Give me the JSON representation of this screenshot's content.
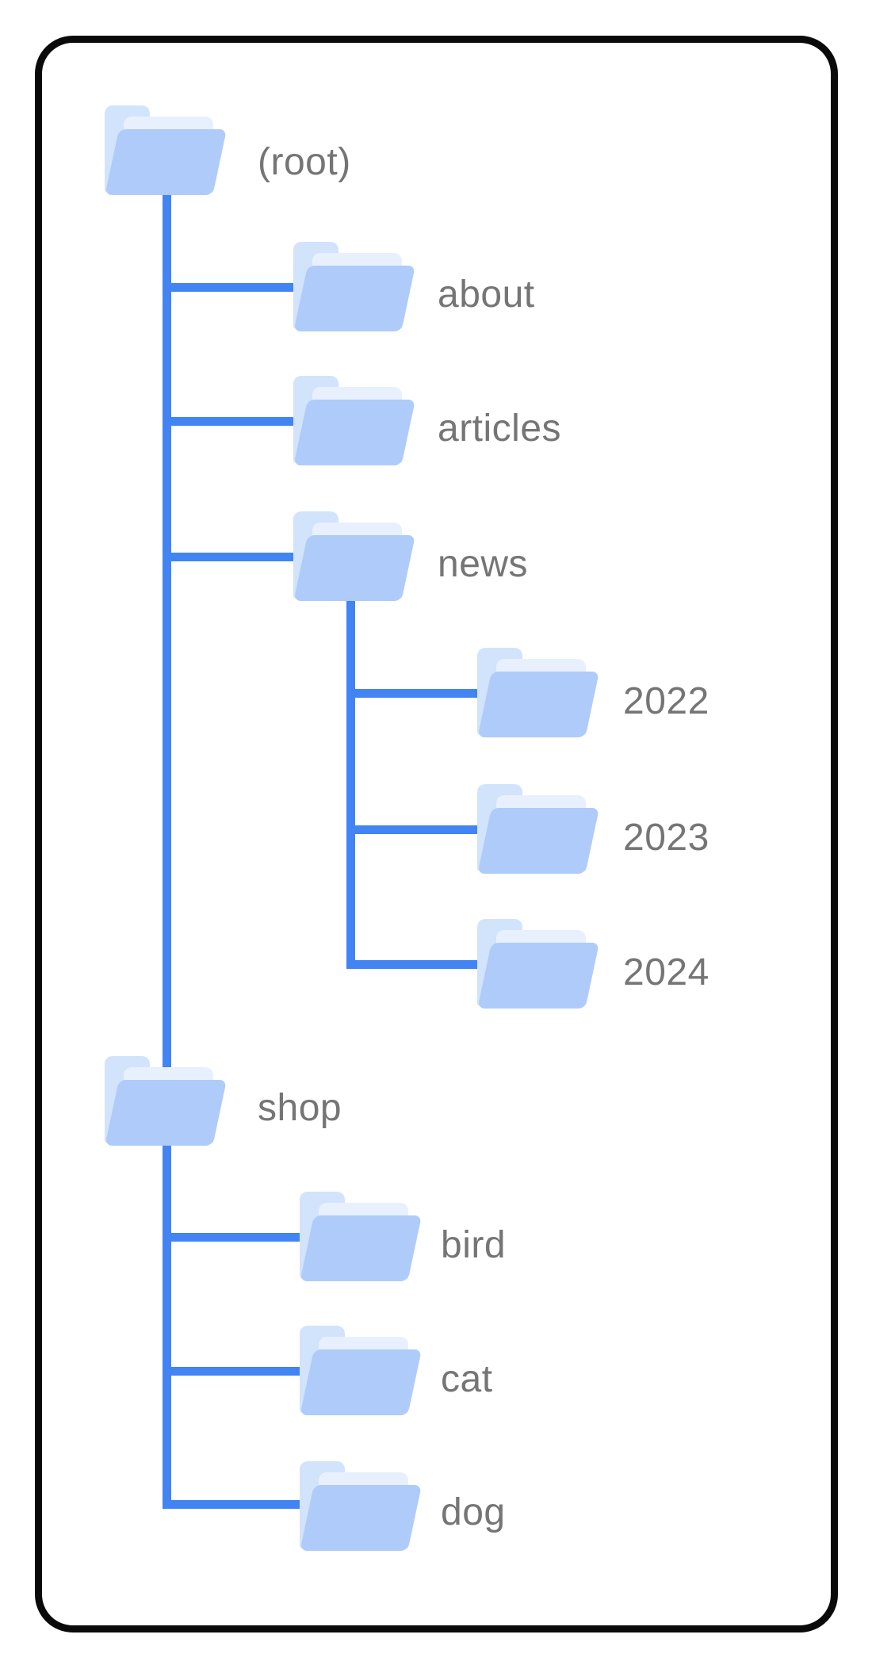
{
  "diagram": {
    "type": "folder-tree",
    "nodes": [
      {
        "label": "(root)",
        "parent": null,
        "depth": 0
      },
      {
        "label": "about",
        "parent": "(root)",
        "depth": 1
      },
      {
        "label": "articles",
        "parent": "(root)",
        "depth": 1
      },
      {
        "label": "news",
        "parent": "(root)",
        "depth": 1
      },
      {
        "label": "2022",
        "parent": "news",
        "depth": 2
      },
      {
        "label": "2023",
        "parent": "news",
        "depth": 2
      },
      {
        "label": "2024",
        "parent": "news",
        "depth": 2
      },
      {
        "label": "shop",
        "parent": "(root)",
        "depth": 1
      },
      {
        "label": "bird",
        "parent": "shop",
        "depth": 2
      },
      {
        "label": "cat",
        "parent": "shop",
        "depth": 2
      },
      {
        "label": "dog",
        "parent": "shop",
        "depth": 2
      }
    ],
    "colors": {
      "connector_blue": "#4284f4",
      "folder_flap": "#aecbfa",
      "folder_back_tab": "#d2e3fc",
      "folder_sheet": "#e8f0fe",
      "label_gray": "#757575",
      "card_border": "#0a0a0a",
      "background": "#ffffff"
    }
  }
}
